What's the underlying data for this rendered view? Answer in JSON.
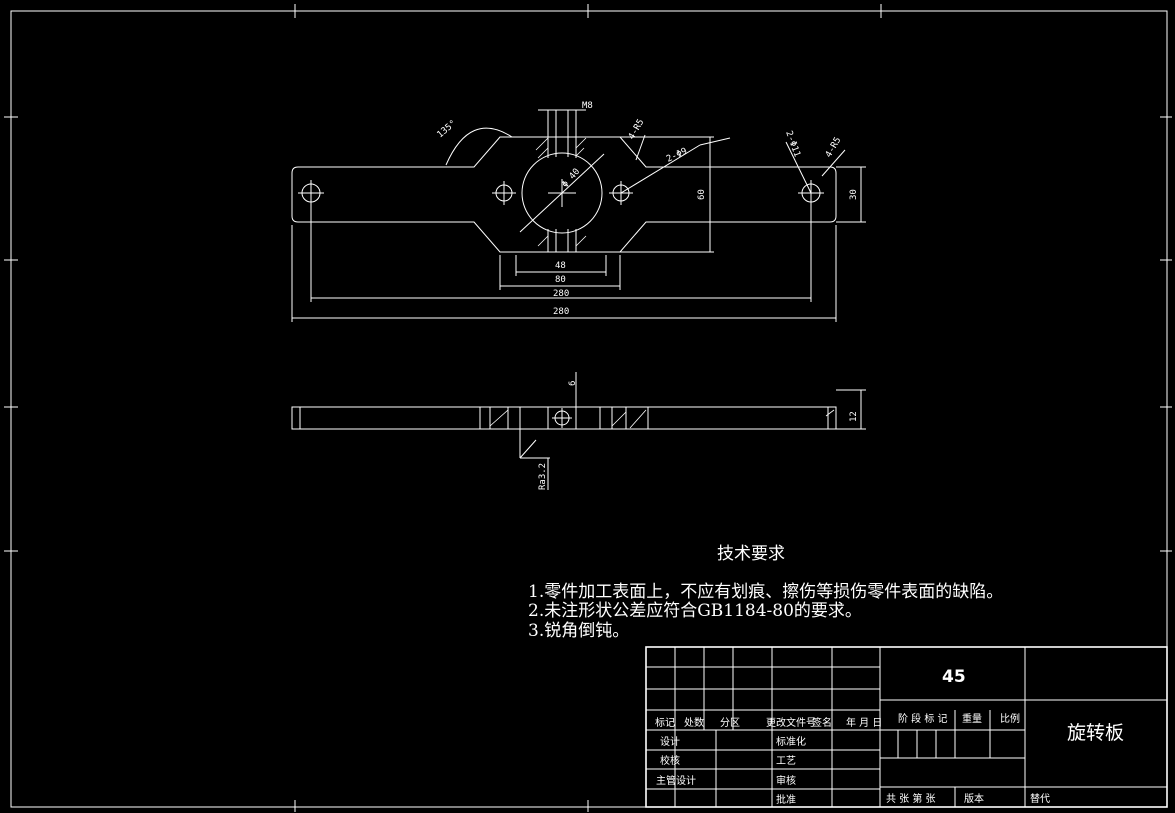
{
  "dimensions": {
    "m8": "M8",
    "angle135": "135°",
    "r5_top": "4-R5",
    "hole9": "2-Φ9",
    "hole11": "2-Φ11",
    "r5_right": "4-R5",
    "dia40": "Φ 40",
    "h60": "60",
    "h30": "30",
    "w48": "48",
    "w80": "80",
    "w260": "280",
    "w280": "280",
    "side6": "6",
    "side12": "12",
    "roughness": "Ra3.2"
  },
  "notes": {
    "heading": "技术要求",
    "line1": "1.零件加工表面上，不应有划痕、擦伤等损伤零件表面的缺陷。",
    "line2": "2.未注形状公差应符合GB1184-80的要求。",
    "line3": "3.锐角倒钝。"
  },
  "title_block": {
    "material": "45",
    "part_name": "旋转板",
    "col_mark": "标记",
    "col_count": "处数",
    "col_zone": "分区",
    "col_doc": "更改文件号",
    "col_sign": "签名",
    "col_date": "年 月 日",
    "stage_mark": "阶 段 标 记",
    "weight": "重量",
    "scale": "比例",
    "design": "设计",
    "standardize": "标准化",
    "check": "校核",
    "process": "工艺",
    "chief": "主管设计",
    "review": "审核",
    "approve": "批准",
    "sheets": "共  张 第  张",
    "version": "版本",
    "replace": "替代"
  }
}
